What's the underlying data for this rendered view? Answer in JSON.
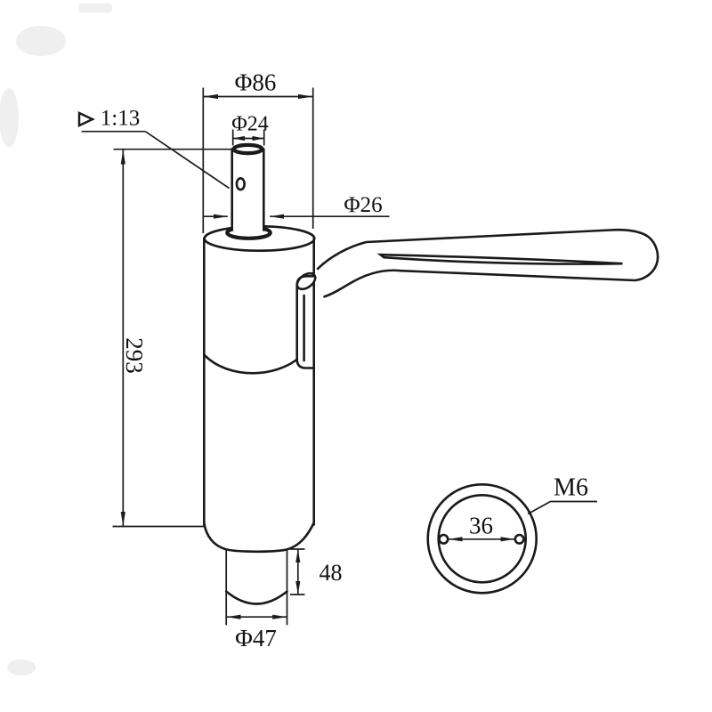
{
  "drawing": {
    "dimensions": {
      "body_diameter": "Φ86",
      "rod_diameter": "Φ24",
      "collar_diameter": "Φ26",
      "overall_height": "293",
      "taper_ratio": "1:13",
      "stub_height": "48",
      "stub_diameter": "Φ47",
      "hole_spacing": "36",
      "thread": "M6"
    },
    "colors": {
      "line": "#1a1a1a",
      "background": "#ffffff"
    }
  }
}
